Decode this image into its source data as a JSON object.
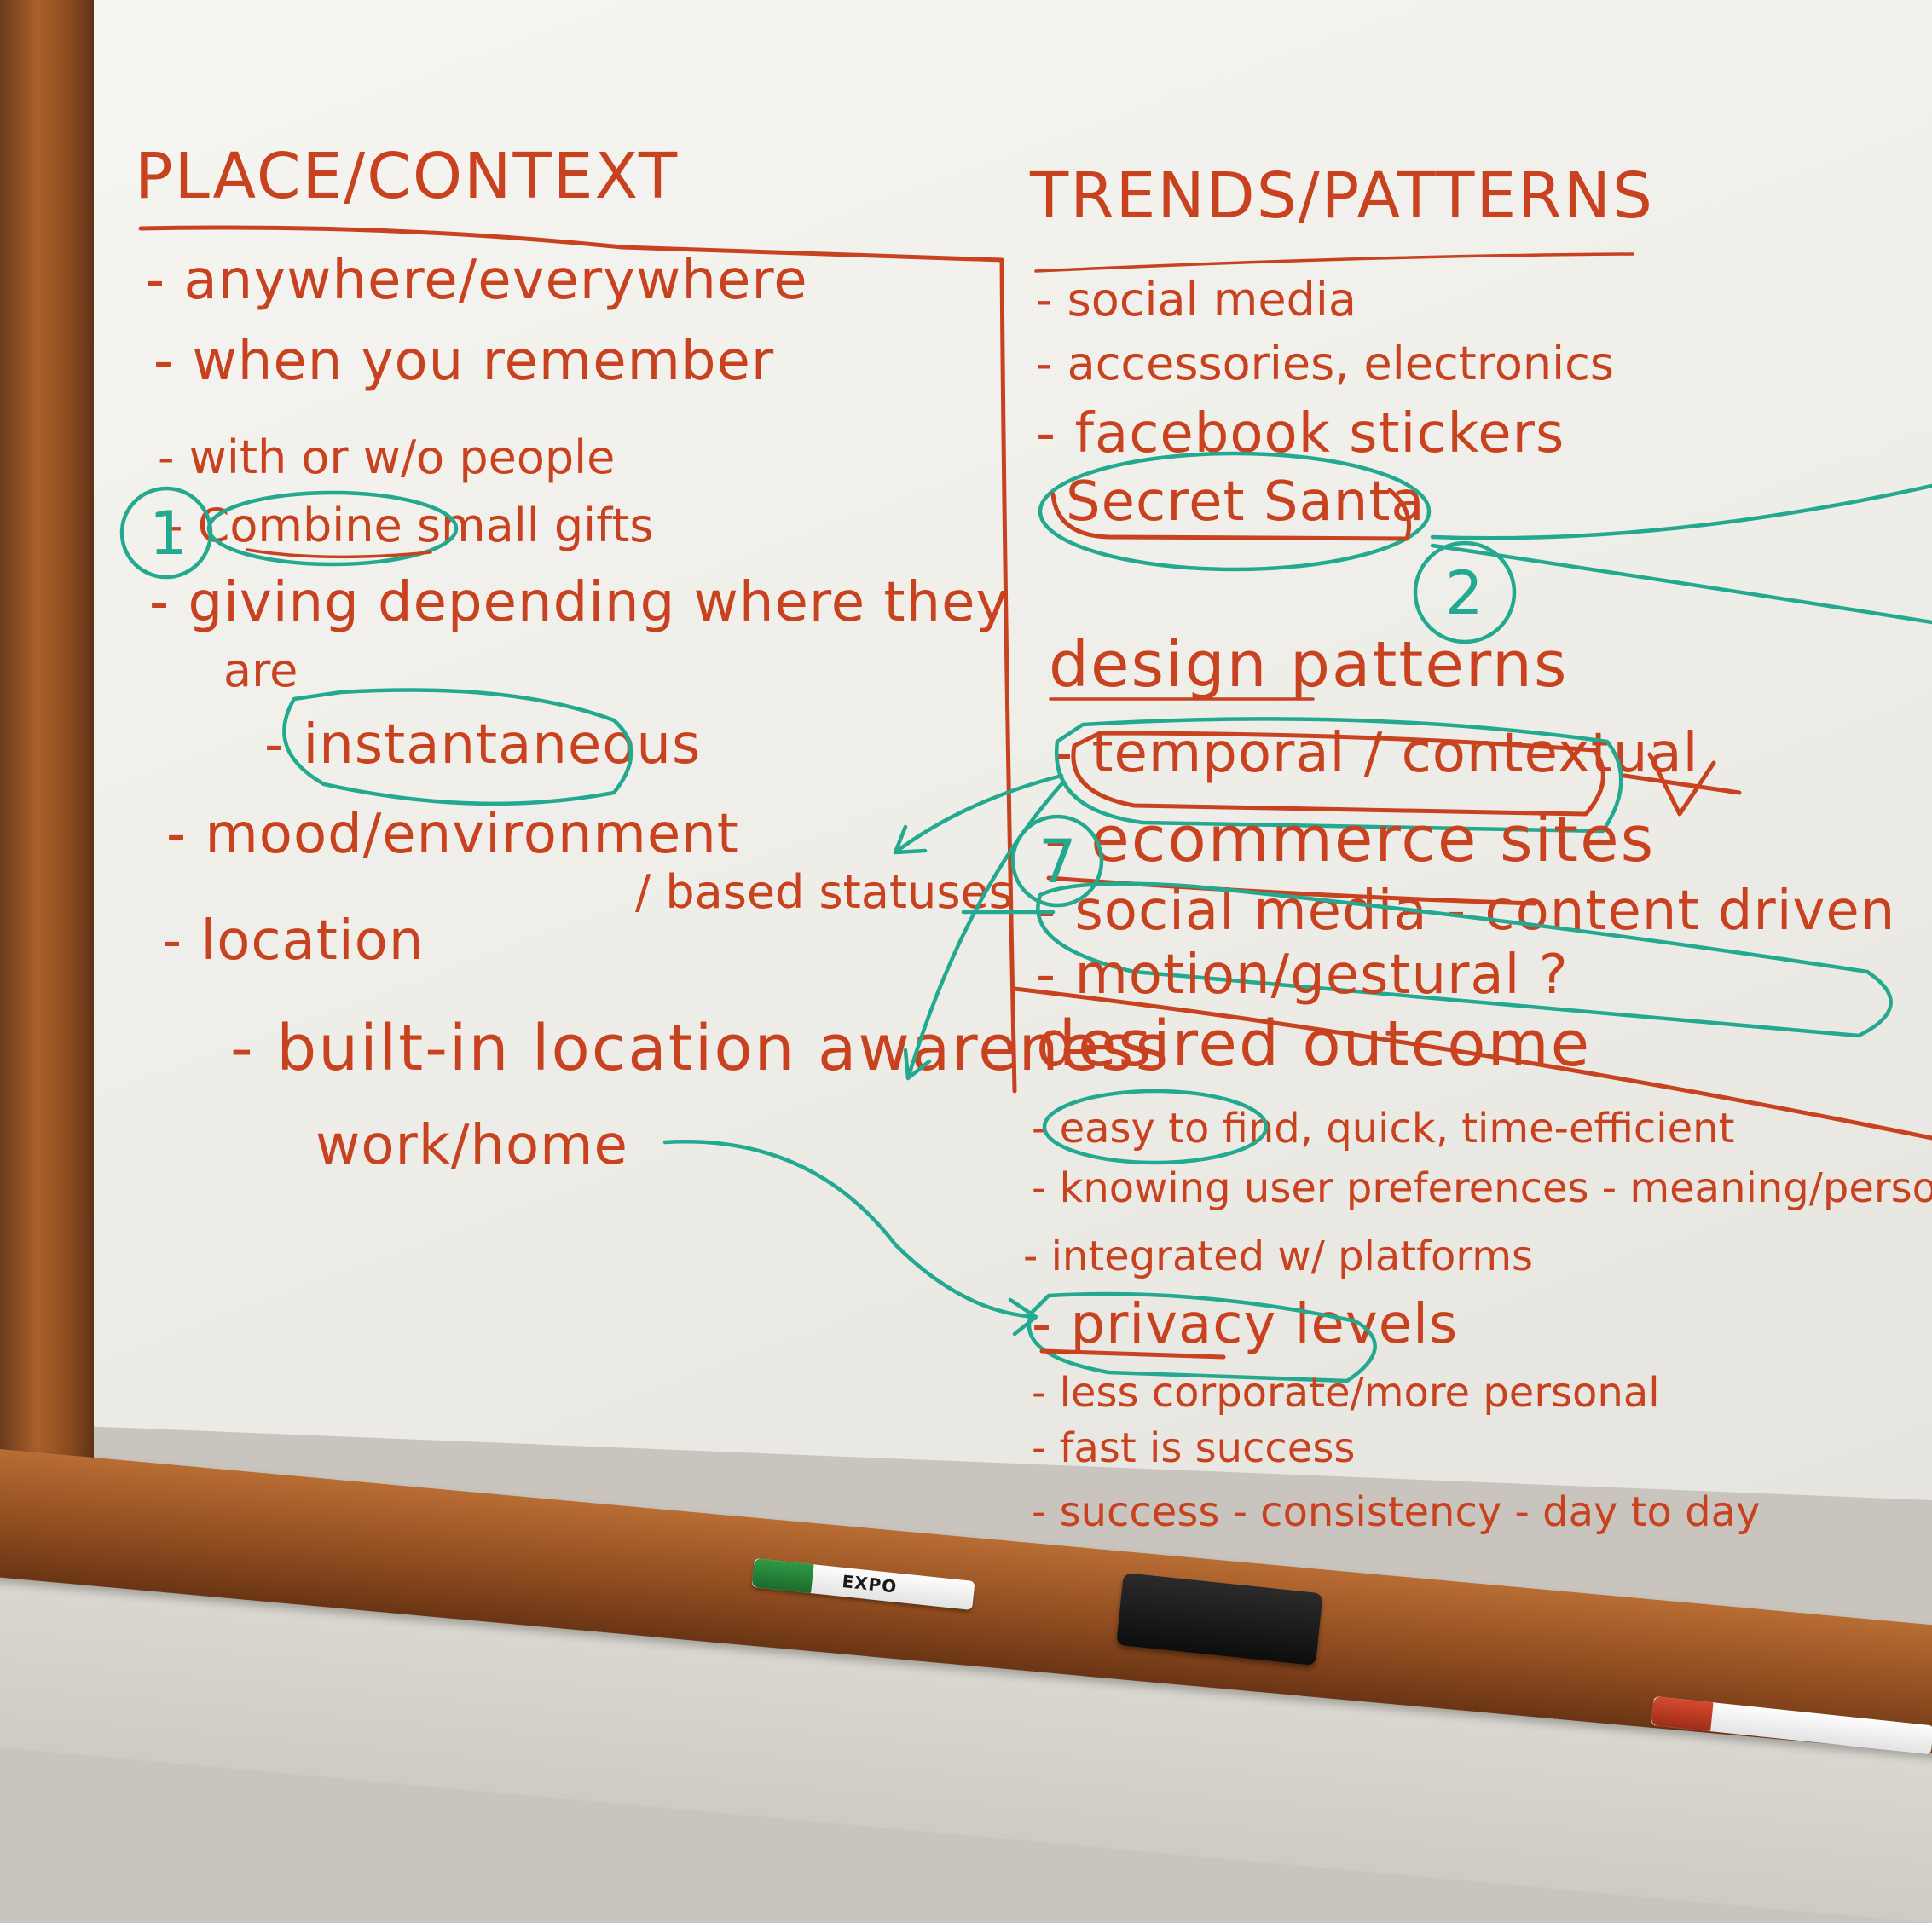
{
  "left_column": {
    "heading": "PLACE/CONTEXT",
    "items": [
      "- anywhere/everywhere",
      "- when you remember",
      "- with or w/o people",
      "- Combine small gifts",
      "- giving depending where they",
      "are",
      "- instantaneous",
      "- mood/environment",
      "/ based statuses",
      "- location",
      "- built-in location awareness",
      "work/home"
    ]
  },
  "right_column": {
    "heading": "TRENDS/PATTERNS",
    "trend_items": [
      "- social media",
      "- accessories, electronics",
      "- facebook stickers",
      "Secret Santa"
    ],
    "design_heading": "design patterns",
    "design_items": [
      "- temporal / contextual",
      "- ecommerce sites",
      "- social media - content driven",
      "- motion/gestural ?"
    ],
    "outcome_heading": "desired outcome",
    "outcome_items": [
      "- easy to find, quick, time-efficient",
      "- knowing user preferences - meaning/person",
      "- integrated w/ platforms",
      "- privacy levels",
      "- less corporate/more personal",
      "- fast is success",
      "- success - consistency - day to day"
    ]
  },
  "annotations": [
    "1",
    "2",
    "7"
  ],
  "marker_brand": "EXPO",
  "colors": {
    "red_ink": "#c8421f",
    "teal_ink": "#22a98f",
    "board": "#f3f2ee",
    "frame": "#9a5526"
  }
}
